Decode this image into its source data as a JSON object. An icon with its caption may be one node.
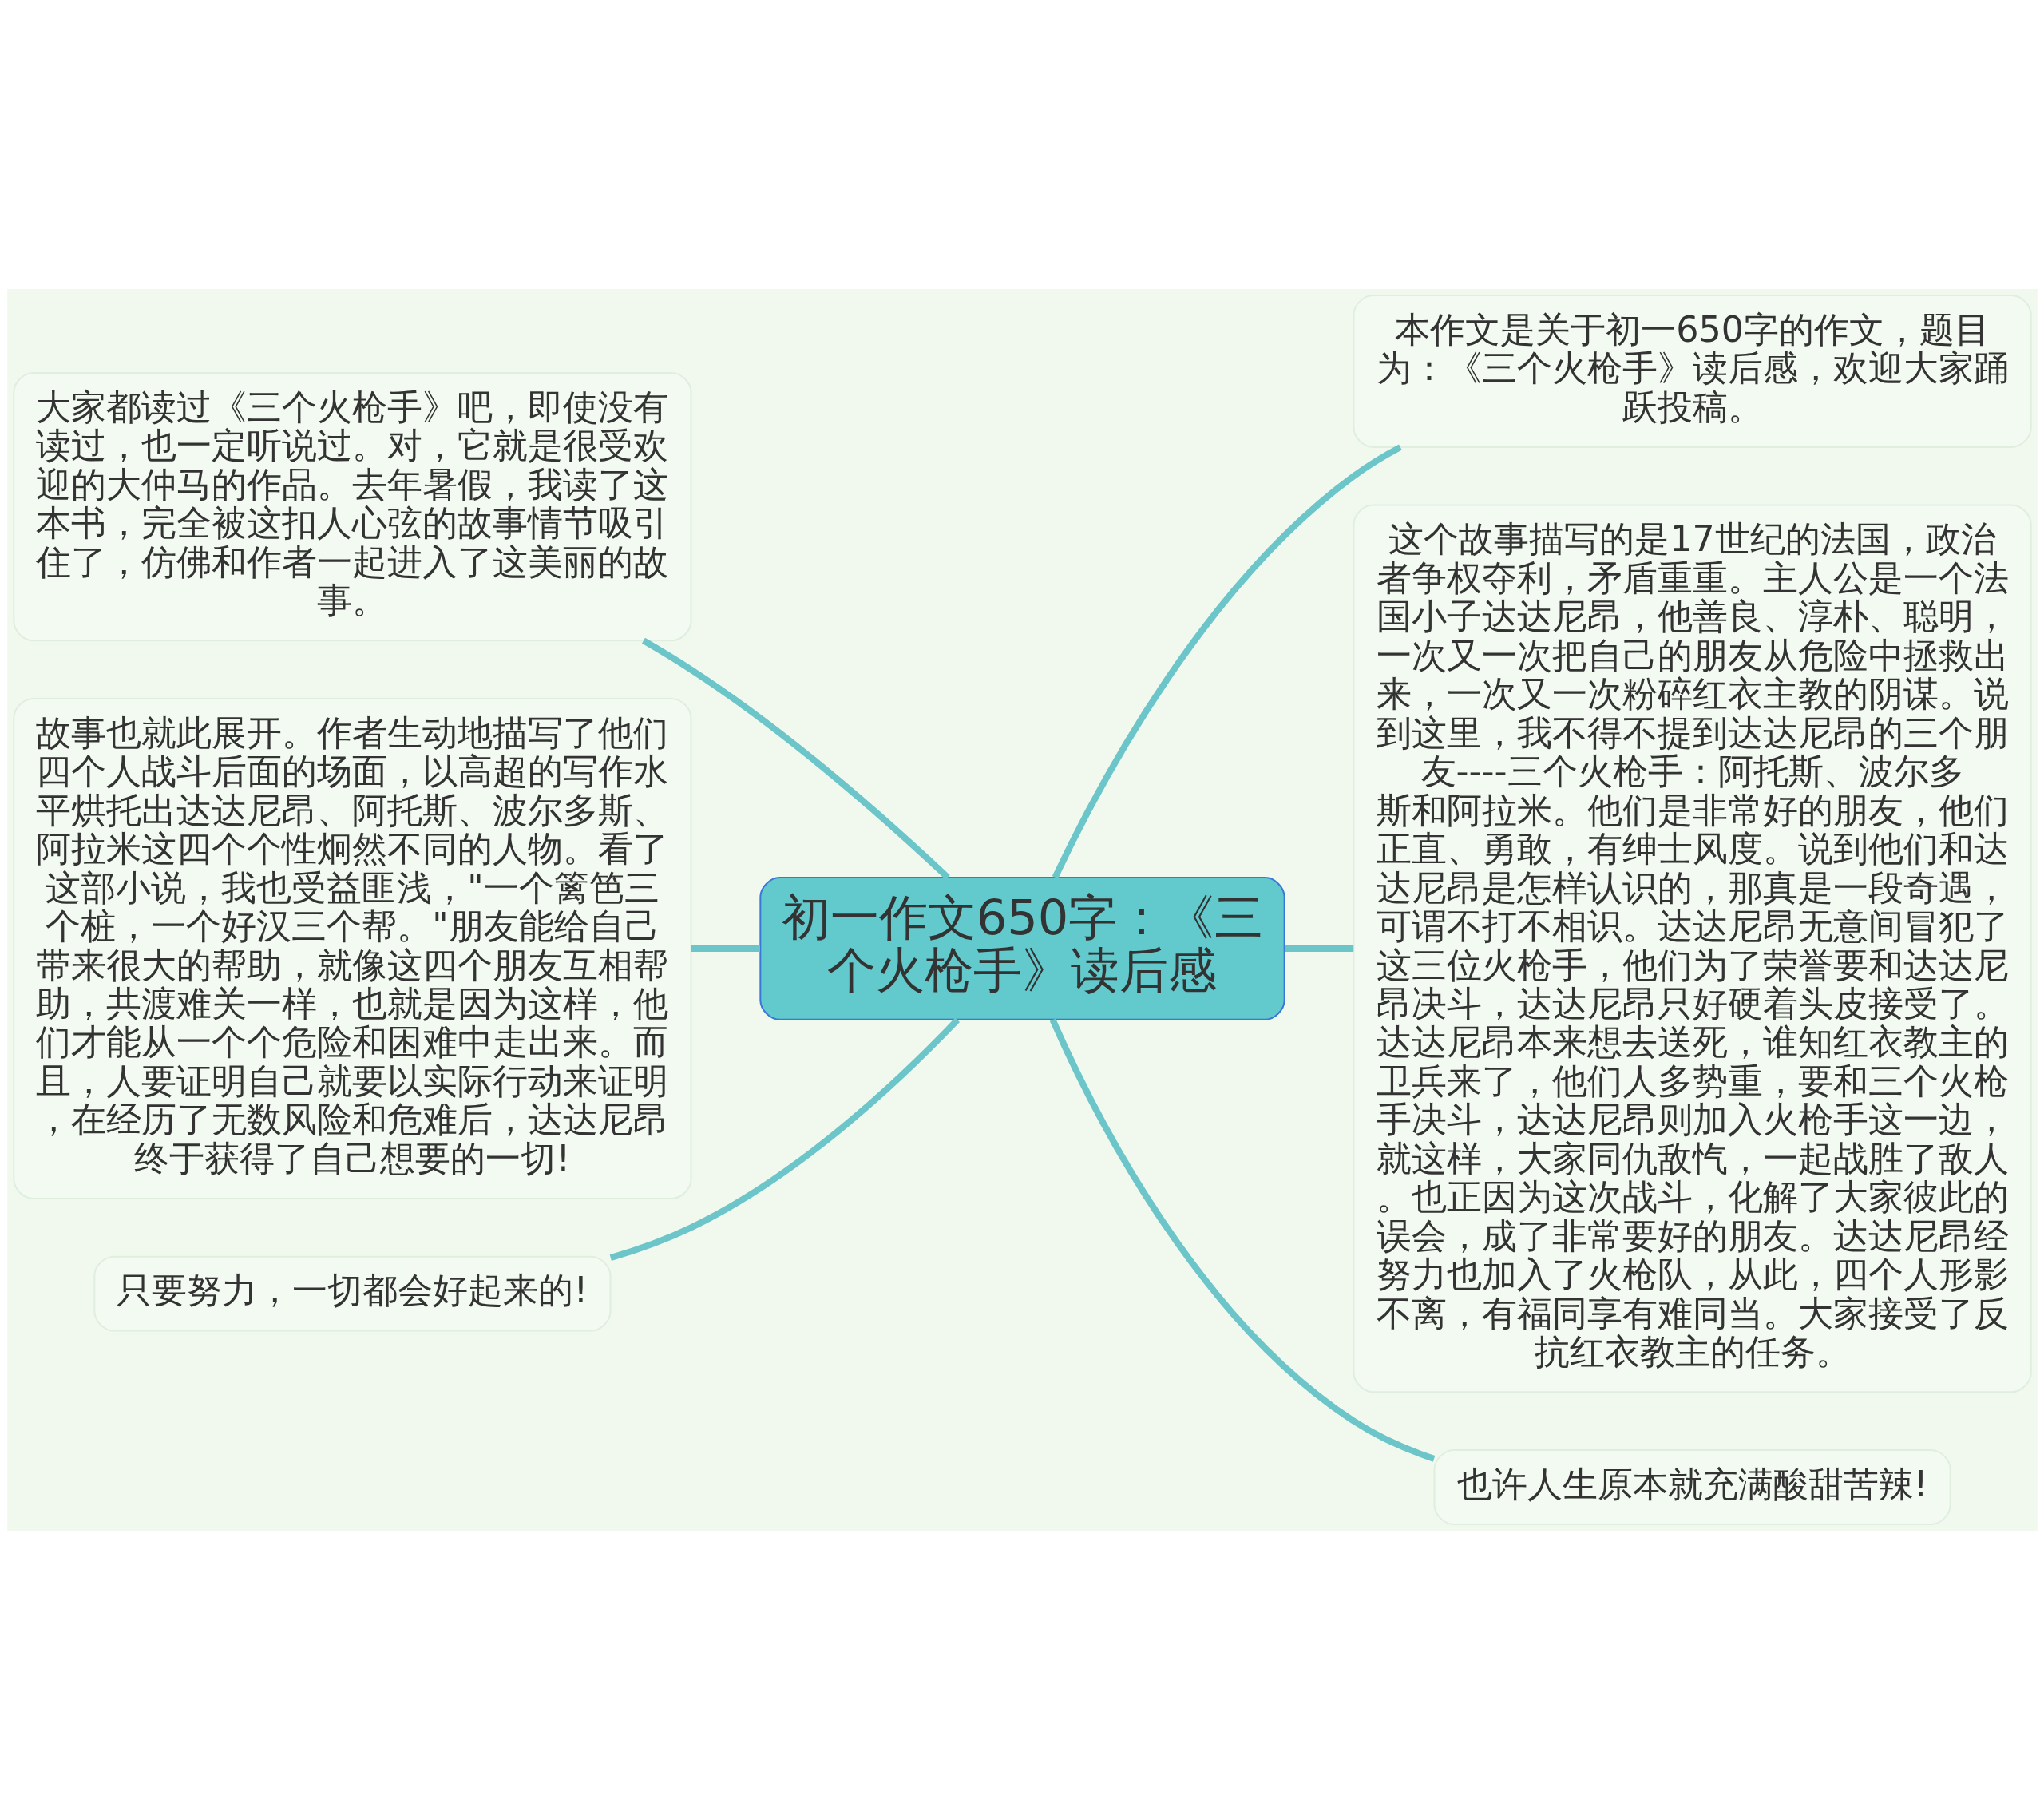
{
  "diagram": {
    "nodes": [
      {
        "text": [
          "初一作文650字：《三个火枪手》读后感"
        ]
      },
      {
        "text": [
          "大家都读过《三个火枪手》吧，即使没有读过，也一定听说过。对，它就是很受欢迎的大仲马的作品。去年暑假，我读了这本书，完全被这扣人心弦的故事情节吸引住了，仿佛和作者一起进入了这美丽的故事。"
        ]
      },
      {
        "text": [
          "故事也就此展开。作者生动地描写了他们四个人战斗后面的场面，以高超的写作水平烘托出达达尼昂、阿托斯、波尔多斯、阿拉米这四个个性炯然不同的人物。看了这部小说，我也受益匪浅，\"一个篱笆三个桩，一个好汉三个帮。\"朋友能给自己带来很大的帮助，就像这四个朋友互相帮助，共渡难关一样，也就是因为这样，他们才能从一个个危险和困难中走出来。而且，人要证明自己就要以实际行动来证明，在经历了无数风险和危难后，达达尼昂终于获得了自己想要的一切!"
        ]
      },
      {
        "text": [
          "只要努力，一切都会好起来的!"
        ]
      },
      {
        "text": [
          "本作文是关于初一650字的作文，题目为：《三个火枪手》读后感，欢迎大家踊跃投稿。"
        ]
      },
      {
        "text": [
          "这个故事描写的是17世纪的法国，政治者争权夺利，矛盾重重。主人公是一个法国小子达达尼昂，他善良、淳朴、聪明，一次又一次把自己的朋友从危险中拯救出来，一次又一次粉碎红衣主教的阴谋。说到这里，我不得不提到达达尼昂的三个朋友----三个火枪手：阿托斯、波尔多斯和阿拉米。他们是非常好的朋友，他们正直、勇敢，有绅士风度。说到他们和达达尼昂是怎样认识的，那真是一段奇遇，可谓不打不相识。达达尼昂无意间冒犯了这三位火枪手，他们为了荣誉要和达达尼昂决斗，达达尼昂只好硬着头皮接受了。达达尼昂本来想去送死，谁知红衣教主的卫兵来了，他们人多势重，要和三个火枪手决斗，达达尼昂则加入火枪手这一边，就这样，大家同仇敌忾，一起战胜了敌人。也正因为这次战斗，化解了大家彼此的误会，成了非常要好的朋友。达达尼昂经努力也加入了火枪队，从此，四个人形影不离，有福同享有难同当。大家接受了反抗红衣教主的任务。"
        ]
      },
      {
        "text": [
          "也许人生原本就充满酸甜苦辣!"
        ]
      }
    ],
    "edges": [
      {
        "from": 0,
        "to": 1,
        "arrow": "none"
      },
      {
        "from": 0,
        "to": 2,
        "arrow": "none"
      },
      {
        "from": 0,
        "to": 3,
        "arrow": "none"
      },
      {
        "from": 0,
        "to": 4,
        "arrow": "none"
      },
      {
        "from": 0,
        "to": 5,
        "arrow": "none"
      },
      {
        "from": 0,
        "to": 6,
        "arrow": "none"
      }
    ]
  }
}
